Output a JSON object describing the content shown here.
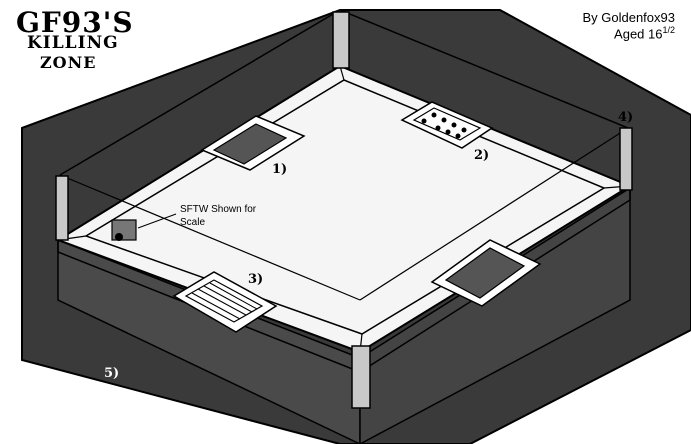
{
  "title": {
    "line1": "GF93'S",
    "line2": "KILLING",
    "line3": "ZONE"
  },
  "credit": {
    "author": "By Goldenfox93",
    "age_prefix": "Aged 16",
    "age_fraction": "1/2"
  },
  "scale_note": "SFTW Shown for Scale",
  "callouts": [
    "1)",
    "2)",
    "3)",
    "4)",
    "5)"
  ],
  "colors": {
    "background": "#ffffff",
    "outer_wall": "#3a3a3a",
    "outer_wall_front": "#4a4a4a",
    "arena_floor": "#f5f5f5",
    "pillar": "#c8c8c8",
    "pit": "#555555",
    "outline": "#000000"
  }
}
